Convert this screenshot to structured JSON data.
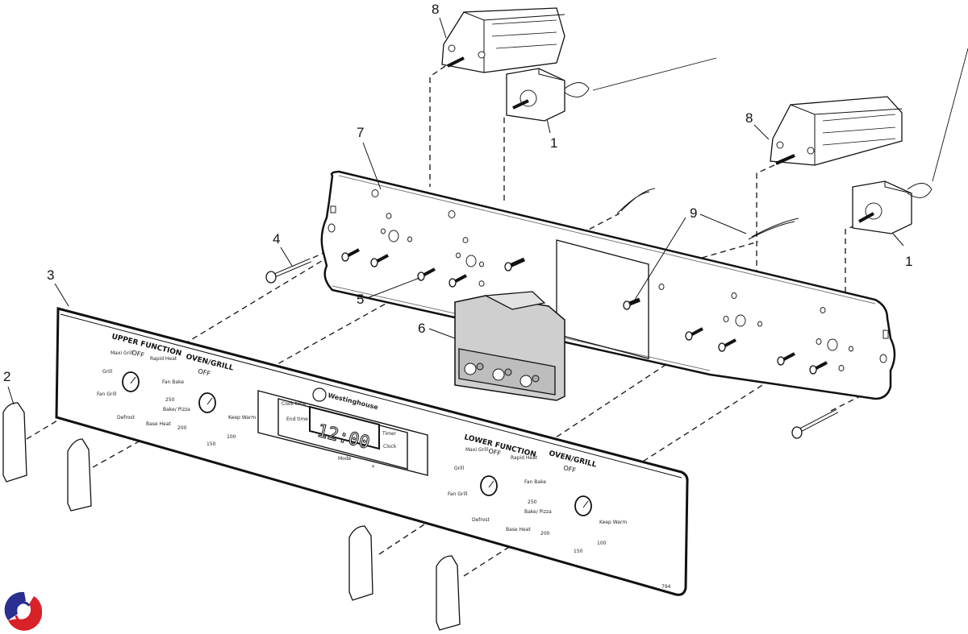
{
  "diagram": {
    "type": "exploded-parts-diagram",
    "subject": "Oven control panel assembly",
    "panel_number": "794",
    "callouts": [
      {
        "id": "1a",
        "label": "1",
        "part": "thermostat"
      },
      {
        "id": "1b",
        "label": "1",
        "part": "thermostat"
      },
      {
        "id": "2",
        "label": "2",
        "part": "knob"
      },
      {
        "id": "3",
        "label": "3",
        "part": "control-panel-fascia"
      },
      {
        "id": "4",
        "label": "4",
        "part": "panel-screw"
      },
      {
        "id": "5",
        "label": "5",
        "part": "switch-mounting-screw"
      },
      {
        "id": "6",
        "label": "6",
        "part": "clock-timer-module"
      },
      {
        "id": "7",
        "label": "7",
        "part": "control-panel-bracket"
      },
      {
        "id": "8a",
        "label": "8",
        "part": "selector-switch"
      },
      {
        "id": "8b",
        "label": "8",
        "part": "selector-switch"
      },
      {
        "id": "9a",
        "label": "9",
        "part": "indicator-lamp"
      },
      {
        "id": "9b",
        "label": "9",
        "part": "indicator-lamp"
      }
    ],
    "fascia": {
      "brand": "Westinghouse",
      "clock_display": "12:00",
      "display_left_labels": [
        "Cook time",
        "End time"
      ],
      "display_right_labels": [
        "Timer",
        "Clock"
      ],
      "mode_label": "Mode",
      "minus_label": "-",
      "plus_label": "+",
      "upper_function": {
        "title": "UPPER FUNCTION",
        "off": "OFF",
        "settings": [
          "Maxi Grill",
          "Rapid Heat",
          "Grill",
          "Fan Grill",
          "Defrost",
          "Base Heat"
        ]
      },
      "upper_oven": {
        "title": "OVEN/GRILL",
        "off": "OFF",
        "settings": [
          "Fan Bake",
          "250",
          "Bake/ Pizza",
          "200",
          "150",
          "100",
          "Keep Warm"
        ]
      },
      "lower_function": {
        "title": "LOWER FUNCTION",
        "off": "OFF",
        "settings": [
          "Maxi Grill",
          "Rapid Heat",
          "Grill",
          "Fan Grill",
          "Defrost",
          "Base Heat"
        ]
      },
      "lower_oven": {
        "title": "OVEN/GRILL",
        "off": "OFF",
        "settings": [
          "Fan Bake",
          "250",
          "Bake/ Pizza",
          "200",
          "150",
          "100",
          "Keep Warm"
        ]
      }
    },
    "logo": {
      "name": "brand-logo",
      "colors": [
        "#2b2f8f",
        "#d92128"
      ]
    }
  }
}
